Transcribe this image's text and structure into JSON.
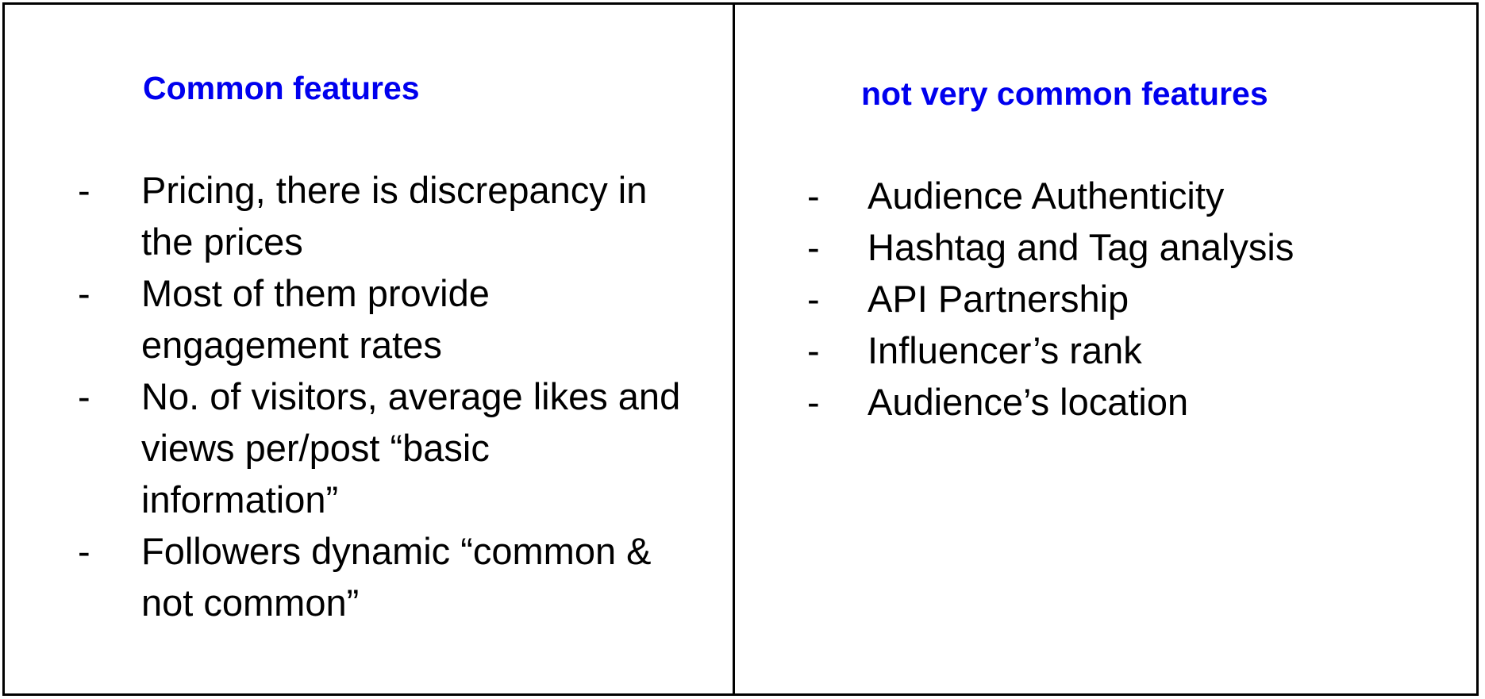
{
  "colors": {
    "heading": "#0000ee",
    "text": "#000000",
    "border": "#000000"
  },
  "left_column": {
    "heading": "Common features",
    "items": [
      {
        "dash": "-",
        "text": "Pricing, there is discrepancy in\n the prices"
      },
      {
        "dash": "-",
        "text": "Most of them provide\nengagement rates"
      },
      {
        "dash": "-",
        "text": "No. of visitors, average likes and\nviews per/post “basic\ninformation”"
      },
      {
        "dash": "-",
        "text": "Followers dynamic “common &\nnot common”"
      }
    ]
  },
  "right_column": {
    "heading": "not very common features",
    "items": [
      {
        "dash": "-",
        "text": "Audience Authenticity"
      },
      {
        "dash": "-",
        "text": "Hashtag and Tag analysis"
      },
      {
        "dash": "-",
        "text": "API Partnership"
      },
      {
        "dash": "-",
        "text": "Influencer’s rank"
      },
      {
        "dash": "-",
        "text": "Audience’s location"
      }
    ]
  }
}
